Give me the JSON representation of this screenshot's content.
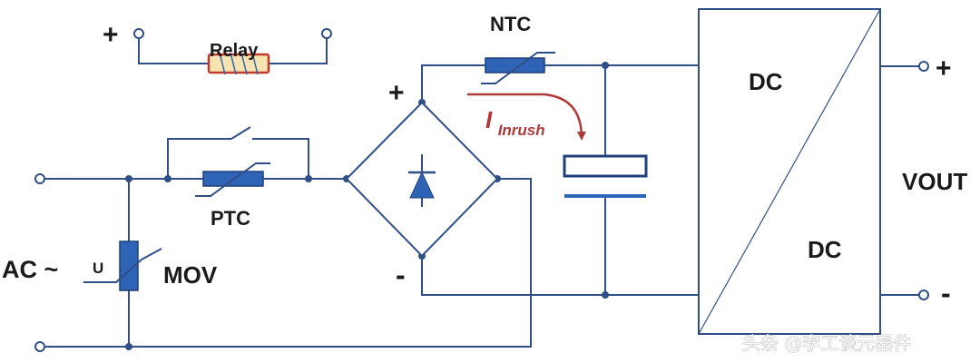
{
  "colors": {
    "wire": "#2f4f86",
    "component": "#2f63b5",
    "component_outline": "#1f3f7a",
    "node": "#2f4f86",
    "text": "#1a1a1a",
    "inrush": "#b03a3a",
    "relay_fill": "#f6e3b0",
    "relay_border": "#c0392b",
    "watermark": "#ffffff"
  },
  "labels": {
    "relay": "Relay",
    "ntc": "NTC",
    "ptc": "PTC",
    "mov": "MOV",
    "mov_symbol": "U",
    "ac_input": "AC ~",
    "relay_plus": "+",
    "bridge_plus": "+",
    "bridge_minus": "-",
    "inrush_main": "I",
    "inrush_sub": "Inrush",
    "converter_top": "DC",
    "converter_bottom": "DC",
    "vout": "VOUT",
    "vout_plus": "+",
    "vout_minus": "-"
  },
  "watermark": "头条 @李工谈元器件"
}
